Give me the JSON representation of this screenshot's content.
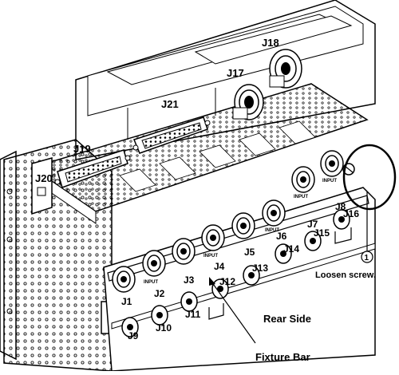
{
  "connectors": {
    "J17": "J17",
    "J18": "J18",
    "J19": "J19",
    "J20": "J20",
    "J21": "J21",
    "J1": "J1",
    "J2": "J2",
    "J3": "J3",
    "J4": "J4",
    "J5": "J5",
    "J6": "J6",
    "J7": "J7",
    "J8": "J8",
    "J9": "J9",
    "J10": "J10",
    "J11": "J11",
    "J12": "J12",
    "J13": "J13",
    "J14": "J14",
    "J15": "J15",
    "J16": "J16"
  },
  "port_label": "INPUT",
  "callout": {
    "number": "1",
    "text": "Loosen screw."
  },
  "labels": {
    "rear_side": "Rear Side",
    "fixture_bar": "Fixture Bar"
  }
}
